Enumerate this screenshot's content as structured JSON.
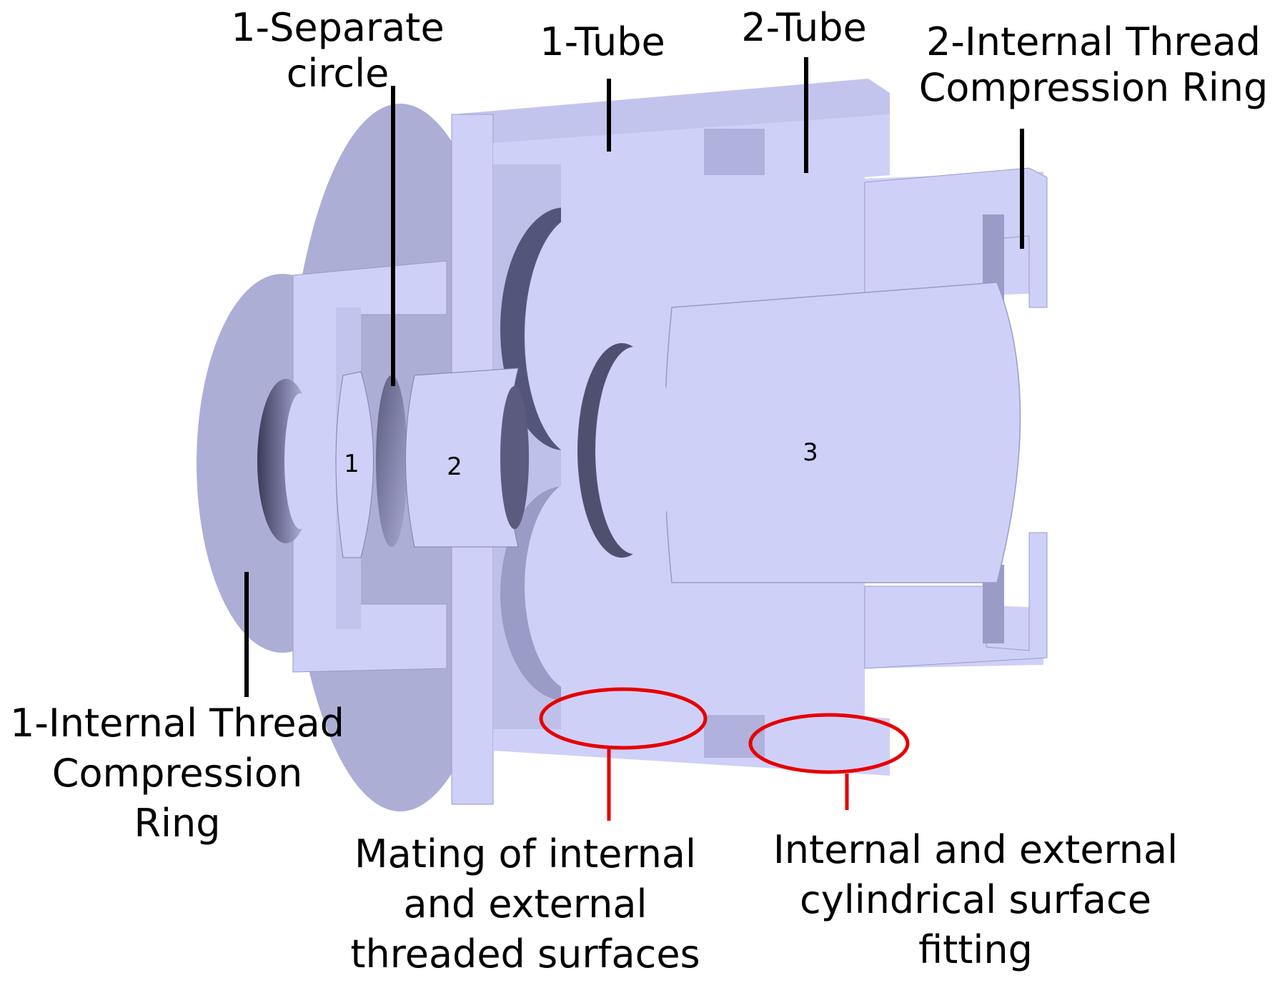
{
  "labels": {
    "separate_circle": [
      "1-Separate",
      "circle"
    ],
    "tube1": "1-Tube",
    "tube2": "2-Tube",
    "ring2": [
      "2-Internal Thread",
      "Compression Ring"
    ],
    "ring1": [
      "1-Internal Thread",
      "Compression",
      "Ring"
    ],
    "mating": [
      "Mating of internal",
      "and external",
      "threaded surfaces"
    ],
    "cylindrical": [
      "Internal and external",
      "cylindrical surface",
      "fitting"
    ]
  },
  "lens_numbers": {
    "lens1": "1",
    "lens2": "2",
    "lens3": "3"
  },
  "colors": {
    "part_face": "#cfd0f8",
    "part_side": "#adaed6",
    "part_shadow": "#6e6f96",
    "part_dark": "#4f5070",
    "highlight": "#e60000",
    "leader": "#000000"
  }
}
